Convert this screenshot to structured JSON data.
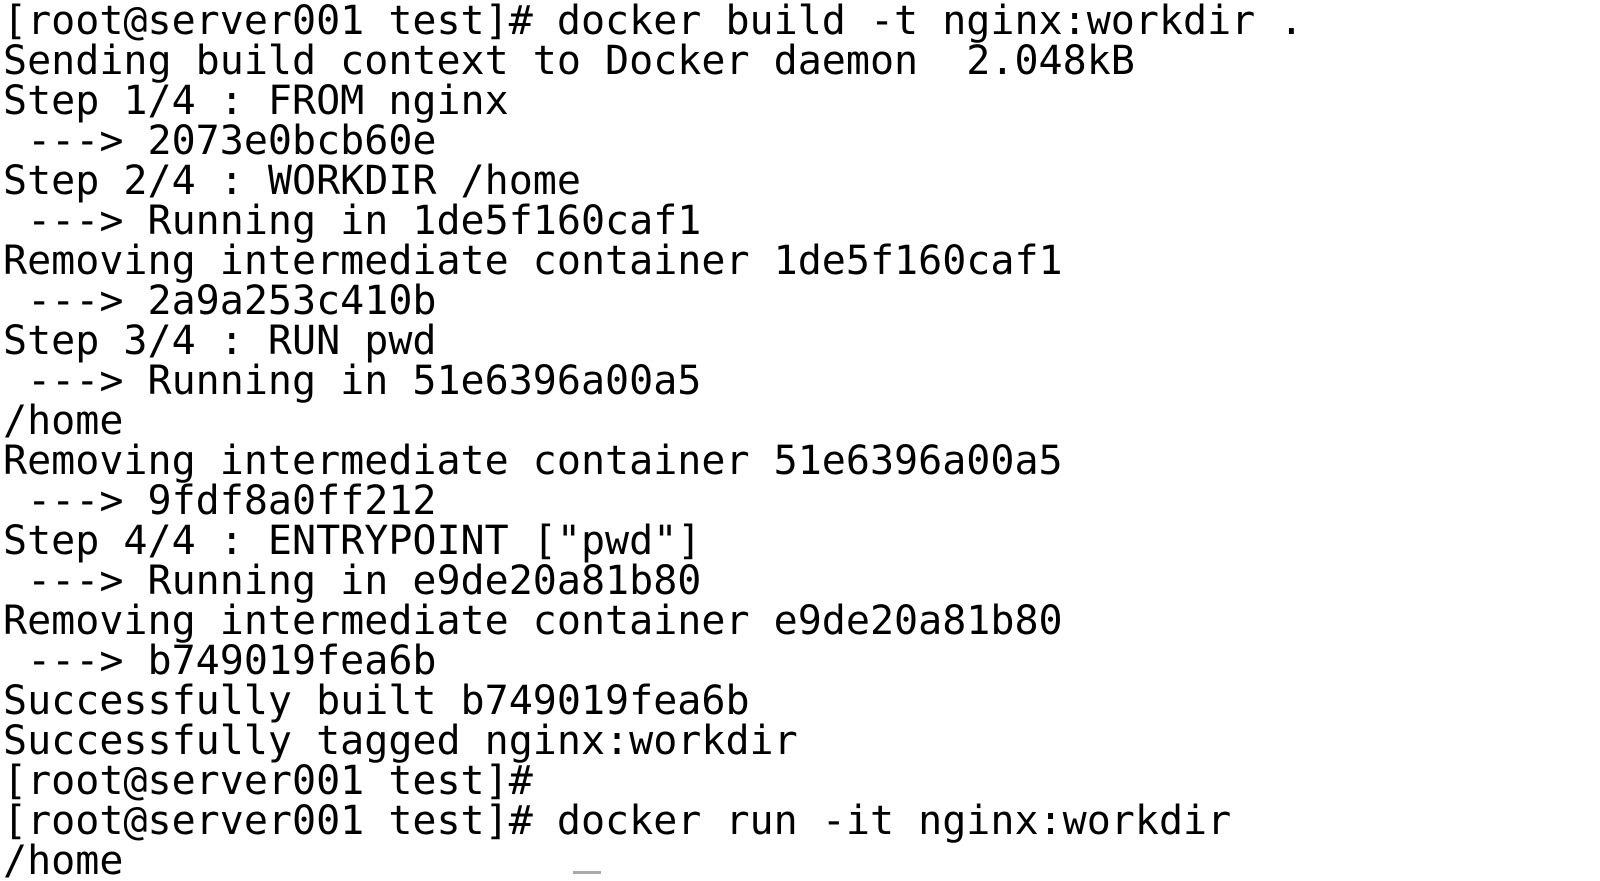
{
  "terminal": {
    "lines": [
      "[root@server001 test]# docker build -t nginx:workdir .",
      "Sending build context to Docker daemon  2.048kB",
      "Step 1/4 : FROM nginx",
      " ---> 2073e0bcb60e",
      "Step 2/4 : WORKDIR /home",
      " ---> Running in 1de5f160caf1",
      "Removing intermediate container 1de5f160caf1",
      " ---> 2a9a253c410b",
      "Step 3/4 : RUN pwd",
      " ---> Running in 51e6396a00a5",
      "/home",
      "Removing intermediate container 51e6396a00a5",
      " ---> 9fdf8a0ff212",
      "Step 4/4 : ENTRYPOINT [\"pwd\"]",
      " ---> Running in e9de20a81b80",
      "Removing intermediate container e9de20a81b80",
      " ---> b749019fea6b",
      "Successfully built b749019fea6b",
      "Successfully tagged nginx:workdir",
      "[root@server001 test]#",
      "[root@server001 test]# docker run -it nginx:workdir",
      "/home"
    ],
    "prompt": "[root@server001 test]#",
    "build_command": "docker build -t nginx:workdir .",
    "run_command": "docker run -it nginx:workdir",
    "image_id": "b749019fea6b",
    "image_tag": "nginx:workdir"
  },
  "colors": {
    "background": "#ffffff",
    "text": "#000000",
    "cursor": "#a9a9a9"
  }
}
